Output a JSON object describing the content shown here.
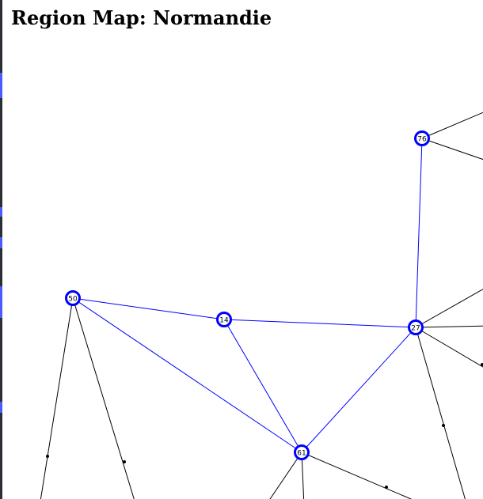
{
  "title": "Region Map: Normandie",
  "colors": {
    "region_edge": "#0000ff",
    "external_edge": "#000000",
    "node_stroke": "#0000ff",
    "node_fill": "#ffffff"
  },
  "nodes": [
    {
      "id": "50",
      "label": "50"
    },
    {
      "id": "14",
      "label": "14"
    },
    {
      "id": "27",
      "label": "27"
    },
    {
      "id": "76",
      "label": "76"
    },
    {
      "id": "61",
      "label": "61"
    }
  ],
  "edges": [
    {
      "from": "50",
      "to": "14",
      "type": "region"
    },
    {
      "from": "50",
      "to": "61",
      "type": "region"
    },
    {
      "from": "14",
      "to": "27",
      "type": "region"
    },
    {
      "from": "14",
      "to": "61",
      "type": "region"
    },
    {
      "from": "27",
      "to": "76",
      "type": "region"
    },
    {
      "from": "27",
      "to": "61",
      "type": "region"
    }
  ]
}
